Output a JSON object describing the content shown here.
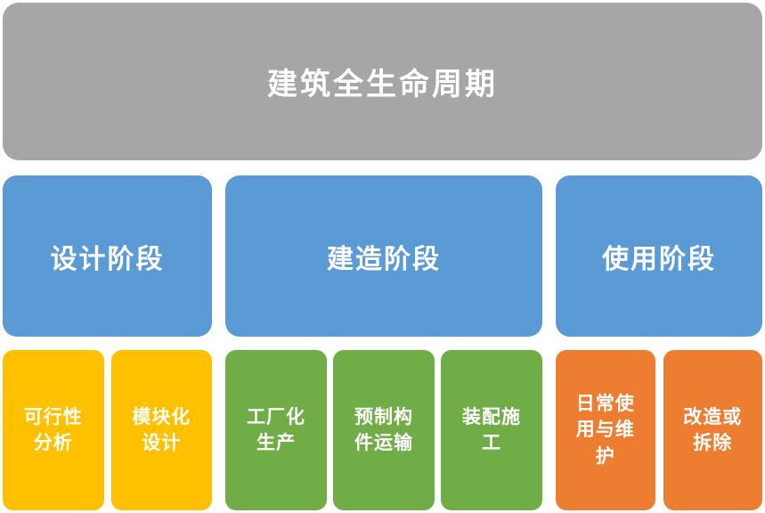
{
  "diagram": {
    "title": "建筑全生命周期",
    "phases": [
      {
        "name": "design",
        "label": "设计阶段",
        "items": [
          "可行性\n分析",
          "模块化\n设计"
        ]
      },
      {
        "name": "build",
        "label": "建造阶段",
        "items": [
          "工厂化\n生产",
          "预制构\n件运输",
          "装配施\n工"
        ]
      },
      {
        "name": "use",
        "label": "使用阶段",
        "items": [
          "日常使\n用与维\n护",
          "改造或\n拆除"
        ]
      }
    ]
  },
  "colors": {
    "canvas": "#ffffff",
    "title_box": "#a6a6a6",
    "phase_box": "#5b9bd5",
    "design_sub": "#ffc000",
    "build_sub": "#70ad47",
    "use_sub": "#ed7d31",
    "label_text": "#ffffff"
  }
}
